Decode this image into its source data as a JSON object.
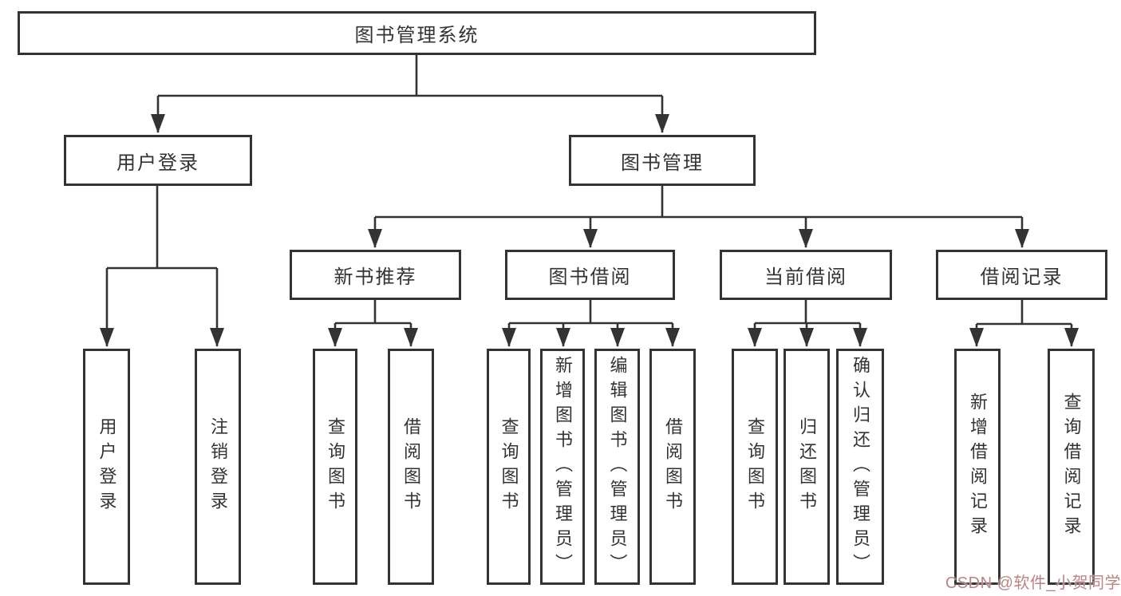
{
  "diagram": {
    "line_color": "#333333",
    "root": {
      "label": "图书管理系统"
    },
    "level2": [
      {
        "label": "用户登录"
      },
      {
        "label": "图书管理"
      }
    ],
    "level3": [
      {
        "label": "新书推荐"
      },
      {
        "label": "图书借阅"
      },
      {
        "label": "当前借阅"
      },
      {
        "label": "借阅记录"
      }
    ],
    "leaves": [
      {
        "label": "用户登录"
      },
      {
        "label": "注销登录"
      },
      {
        "label": "查询图书"
      },
      {
        "label": "借阅图书"
      },
      {
        "label": "查询图书"
      },
      {
        "label": "新增图书（管理员）"
      },
      {
        "label": "编辑图书（管理员）"
      },
      {
        "label": "借阅图书"
      },
      {
        "label": "查询图书"
      },
      {
        "label": "归还图书"
      },
      {
        "label": "确认归还（管理员）"
      },
      {
        "label": "新增借阅记录"
      },
      {
        "label": "查询借阅记录"
      }
    ]
  },
  "watermark": {
    "text": "CSDN @软件_小贺同学",
    "color": "#bc8383"
  }
}
